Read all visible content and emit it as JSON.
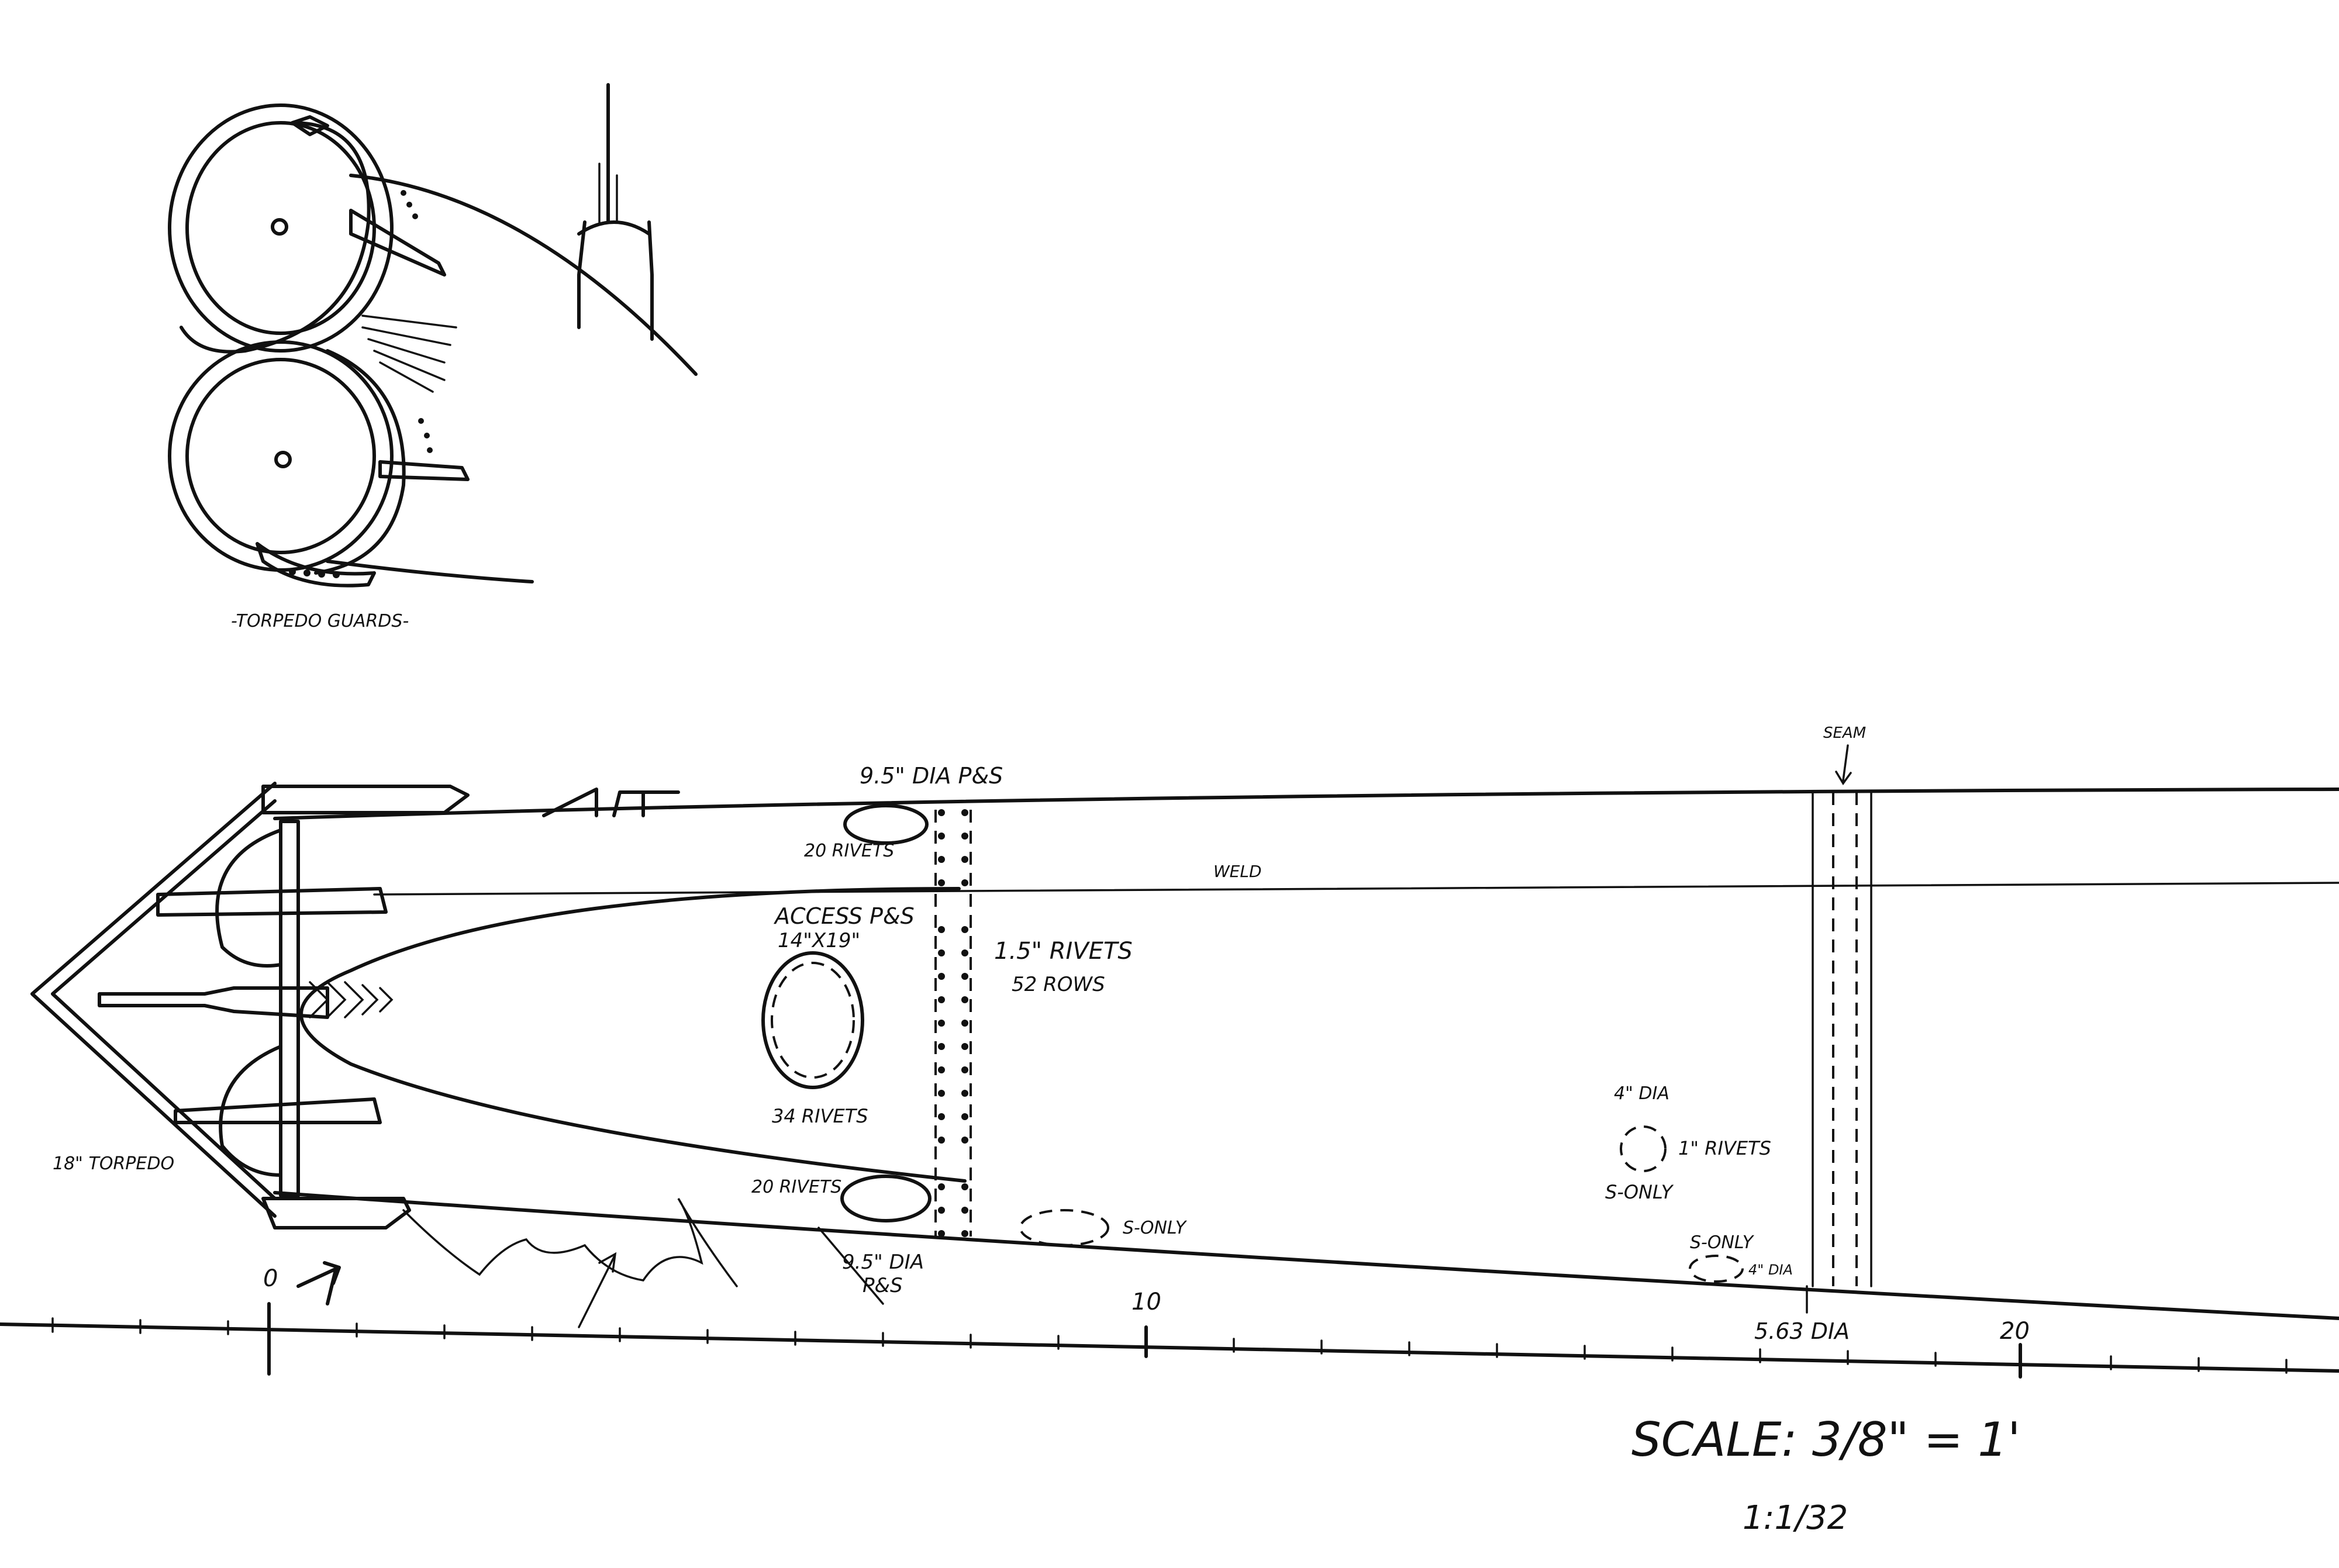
{
  "inset": {
    "caption": "-TORPEDO GUARDS-"
  },
  "labels": {
    "bow_hole_top": "9.5\" DIA P&S",
    "rivets_top": "20 RIVETS",
    "weld": "WELD",
    "access": "ACCESS P&S",
    "access_size": "14\"X19\"",
    "rivets_15": "1.5\" RIVETS",
    "rows_52": "52 ROWS",
    "rivets_34": "34 RIVETS",
    "torpedo": "18\" TORPEDO",
    "rivets_bottom": "20 RIVETS",
    "bow_hole_bottom_1": "9.5\" DIA",
    "bow_hole_bottom_2": "P&S",
    "s_only_1": "S-ONLY",
    "dia_4": "4\" DIA",
    "rivets_1": "1\" RIVETS",
    "s_only_2": "S-ONLY",
    "s_only_3": "S-ONLY",
    "dia_4b": "4\" DIA",
    "dia_563": "5.63 DIA",
    "seam": "SEAM"
  },
  "scale_ruler": {
    "ticks": [
      "0",
      "10",
      "20"
    ]
  },
  "scale_note": {
    "text": "SCALE: 3/8\" = 1'",
    "ratio": "1:1/32"
  }
}
